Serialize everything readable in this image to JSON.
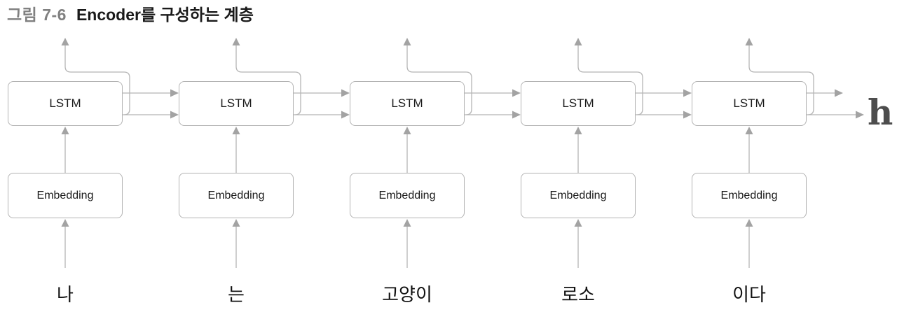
{
  "figure": {
    "label": "그림 7-6",
    "title": "Encoder를 구성하는 계층"
  },
  "diagram": {
    "lstm_label": "LSTM",
    "embedding_label": "Embedding",
    "output_label": "h",
    "words": [
      "나",
      "는",
      "고양이",
      "로소",
      "이다"
    ],
    "column_count": 5
  },
  "colors": {
    "line": "#b5b5b5",
    "arrowhead": "#a3a3a3",
    "box_border": "#b3b3b3",
    "box_fill": "#ffffff",
    "box_text": "#1a1a1a",
    "word_text": "#111111",
    "figure_label": "#808080",
    "title_text": "#1a1a1a",
    "output_label": "#4d4d4d",
    "background": "#ffffff"
  }
}
